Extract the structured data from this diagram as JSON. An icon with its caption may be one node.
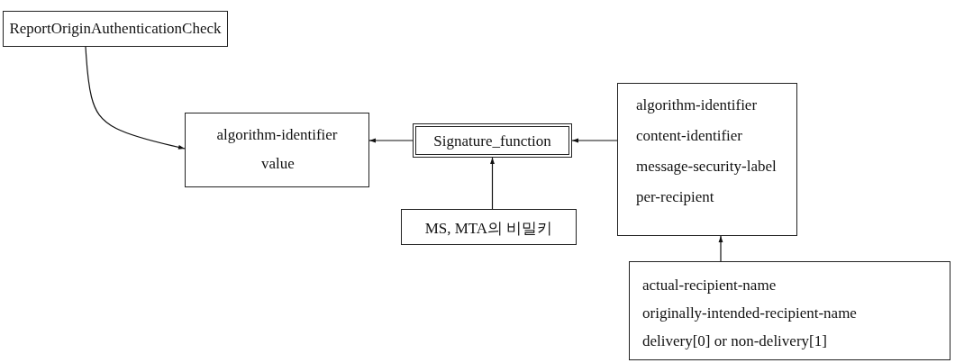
{
  "diagram": {
    "nodes": [
      {
        "text": [
          "ReportOriginAuthenticationCheck"
        ]
      },
      {
        "text": [
          "algorithm-identifier",
          "value"
        ]
      },
      {
        "text": [
          "Signature_function"
        ]
      },
      {
        "text": [
          "algorithm-identifier",
          "content-identifier",
          "message-security-label",
          "per-recipient"
        ]
      },
      {
        "text": [
          "MS, MTA의 비밀키"
        ]
      },
      {
        "text": [
          "actual-recipient-name",
          "originally-intended-recipient-name",
          "delivery[0] or non-delivery[1]"
        ]
      }
    ],
    "edges": [
      {
        "from": 0,
        "to": 1,
        "arrow": "to"
      },
      {
        "from": 2,
        "to": 1,
        "arrow": "to"
      },
      {
        "from": 3,
        "to": 2,
        "arrow": "to"
      },
      {
        "from": 4,
        "to": 2,
        "arrow": "to"
      },
      {
        "from": 5,
        "to": 3,
        "arrow": "to"
      }
    ]
  }
}
